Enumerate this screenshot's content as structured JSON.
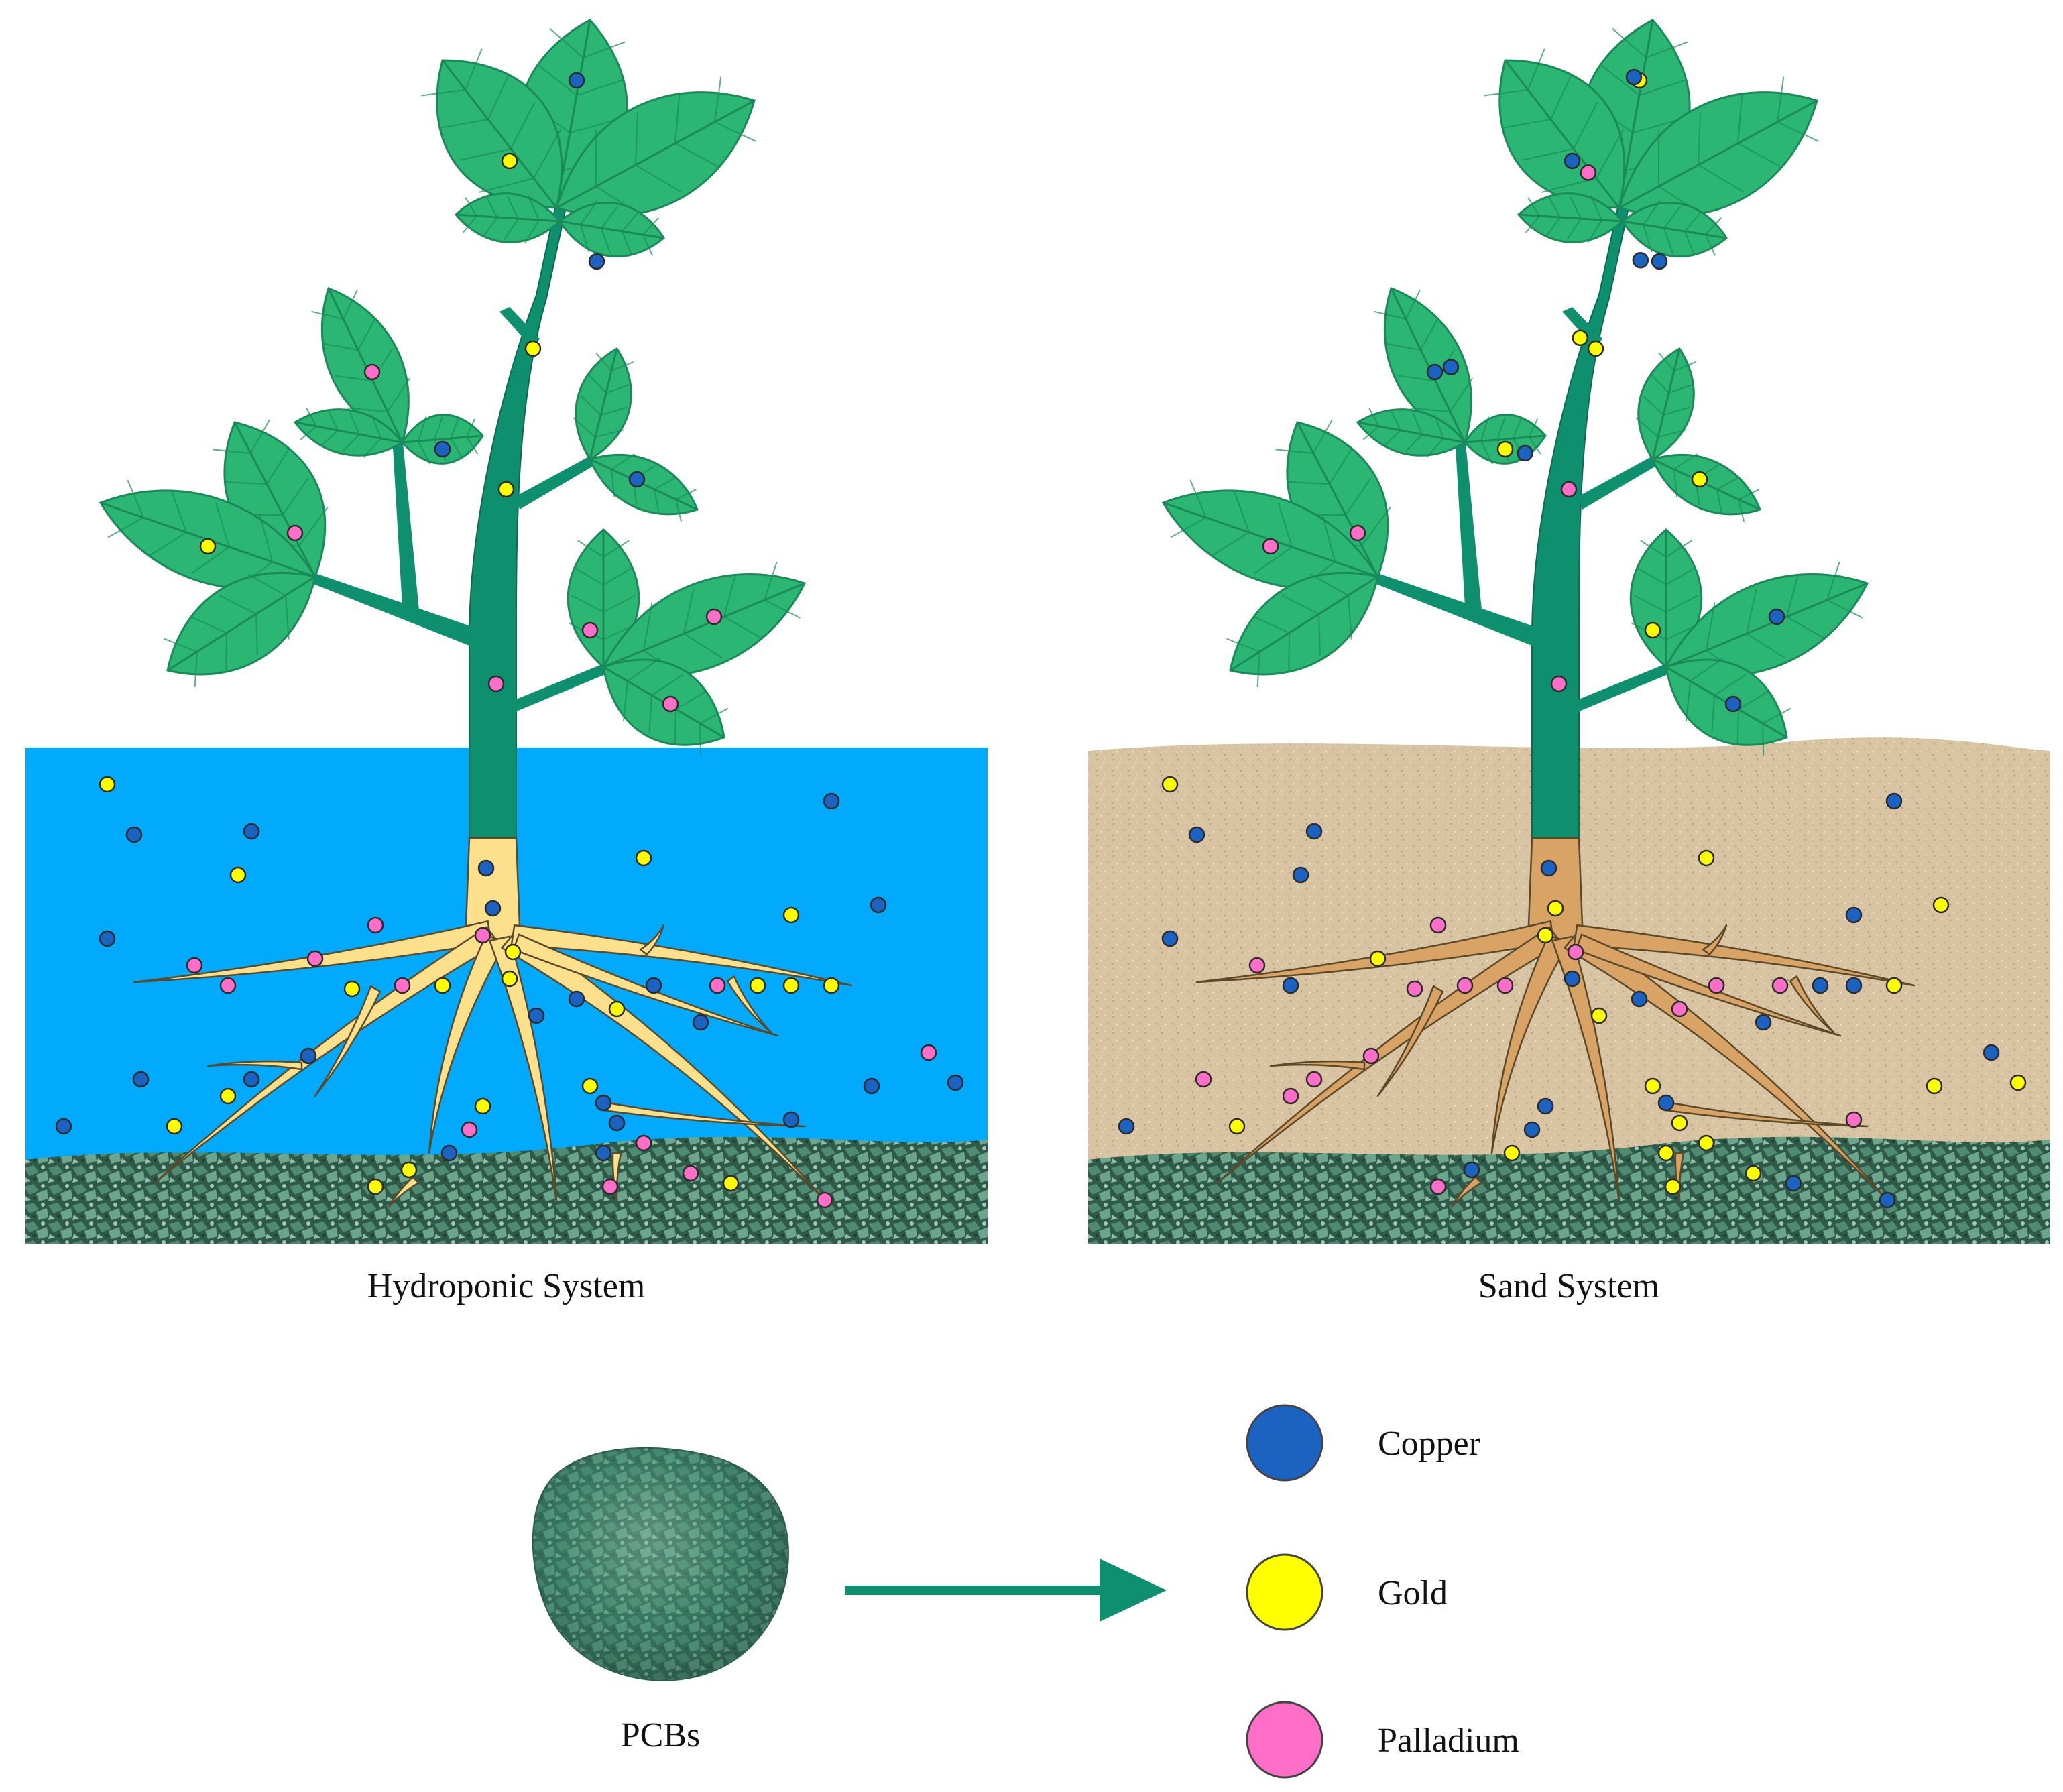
{
  "panels": [
    {
      "caption": "Hydroponic System",
      "medium": "water",
      "medium_color": "#02AAFD",
      "root_color": "#FDE08C",
      "dots": {
        "copper": 26,
        "gold": 23,
        "palladium": 19
      }
    },
    {
      "caption": "Sand System",
      "medium": "sand",
      "medium_color": "#D9C4A4",
      "root_color": "#D9A366",
      "dots": {
        "copper": 30,
        "gold": 24,
        "palladium": 20
      }
    }
  ],
  "source": {
    "label": "PCBs",
    "color": "#3E8A72"
  },
  "arrow_color": "#0E8F6E",
  "legend": [
    {
      "key": "copper",
      "label": "Copper",
      "color": "#1C63C1"
    },
    {
      "key": "gold",
      "label": "Gold",
      "color": "#FFFF00"
    },
    {
      "key": "palladium",
      "label": "Palladium",
      "color": "#FF6EC7"
    }
  ],
  "plant": {
    "leaf_color": "#2BB673",
    "leaf_vein_color": "#1A8A58",
    "stem_color": "#0E8F6E"
  }
}
